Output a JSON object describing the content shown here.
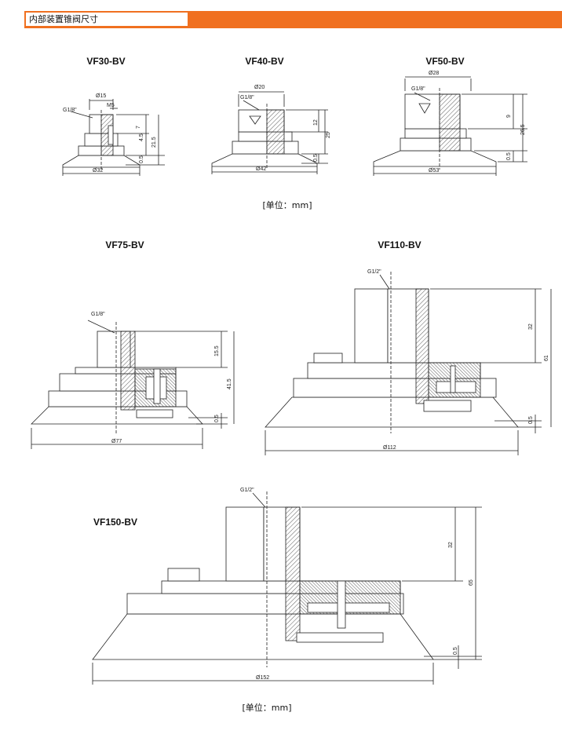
{
  "header": {
    "title": "内部装置锥阀尺寸"
  },
  "units_note": "[单位：mm]",
  "figures": [
    {
      "model": "VF30-BV",
      "thread": "G1/8\"",
      "dims": {
        "bore": "Ø15",
        "screw": "M5",
        "d1": "7",
        "d2": "4.5",
        "d3": "21.5",
        "d4": "0.5",
        "base": "Ø32"
      }
    },
    {
      "model": "VF40-BV",
      "thread": "G1/8\"",
      "dims": {
        "bore": "Ø20",
        "h1": "12",
        "h2": "25",
        "h3": "0.5",
        "base": "Ø42"
      }
    },
    {
      "model": "VF50-BV",
      "thread": "G1/8\"",
      "dims": {
        "bore": "Ø28",
        "h1": "9",
        "h2": "26.5",
        "h3": "0.5",
        "base": "Ø53"
      }
    },
    {
      "model": "VF75-BV",
      "thread": "G1/8\"",
      "dims": {
        "h1": "15.5",
        "h2": "41.5",
        "h3": "0.5",
        "base": "Ø77"
      }
    },
    {
      "model": "VF110-BV",
      "thread": "G1/2\"",
      "dims": {
        "h1": "32",
        "h2": "61",
        "h3": "0.5",
        "base": "Ø112"
      }
    },
    {
      "model": "VF150-BV",
      "thread": "G1/2\"",
      "dims": {
        "h1": "32",
        "h2": "65",
        "h3": "0.5",
        "base": "Ø152"
      }
    }
  ]
}
